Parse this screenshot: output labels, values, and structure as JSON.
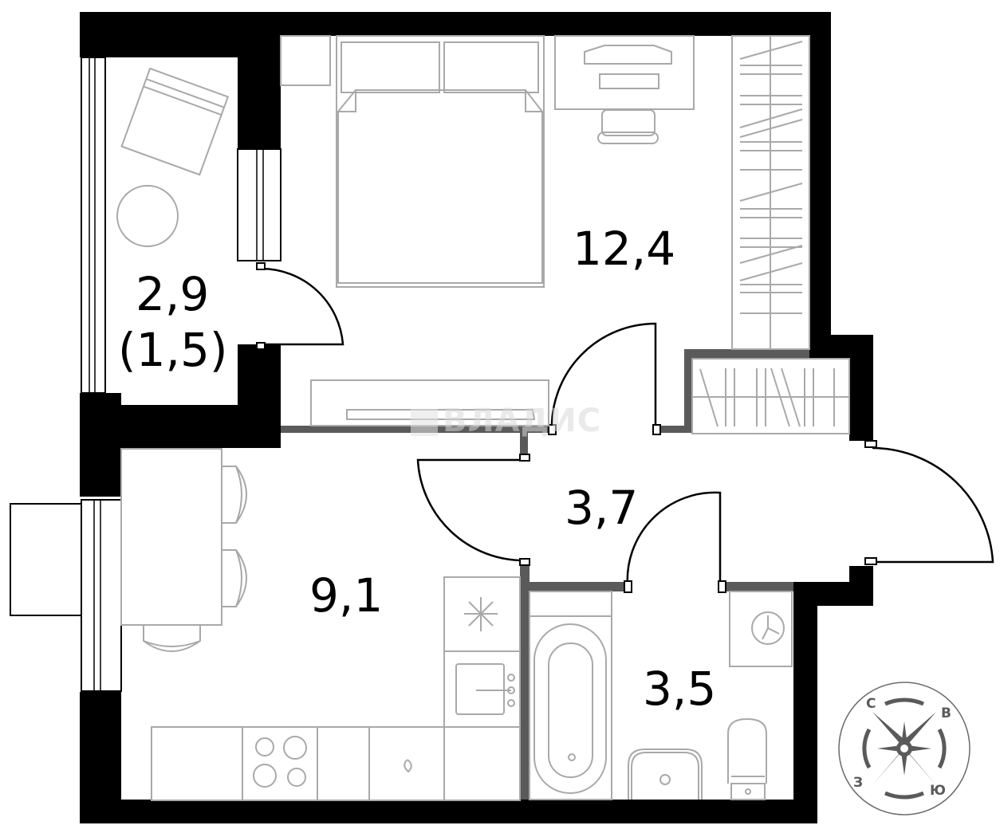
{
  "plan": {
    "type": "apartment-floor-plan",
    "watermark": "ВЛАДИС",
    "rooms": [
      {
        "id": "balcony",
        "name": "balcony",
        "area": "2,9",
        "sub_area": "(1,5)"
      },
      {
        "id": "bedroom",
        "name": "bedroom",
        "area": "12,4"
      },
      {
        "id": "kitchen",
        "name": "kitchen",
        "area": "9,1"
      },
      {
        "id": "hallway",
        "name": "hallway",
        "area": "3,7"
      },
      {
        "id": "bathroom",
        "name": "bathroom",
        "area": "3,5"
      }
    ],
    "compass": {
      "north": "С",
      "east": "В",
      "south": "Ю",
      "west": "З"
    },
    "colors": {
      "wall": "#000000",
      "partition": "#5a5a5a",
      "furniture": "#a9a9a9",
      "compass": "#5a5a5a",
      "background": "#ffffff"
    }
  }
}
